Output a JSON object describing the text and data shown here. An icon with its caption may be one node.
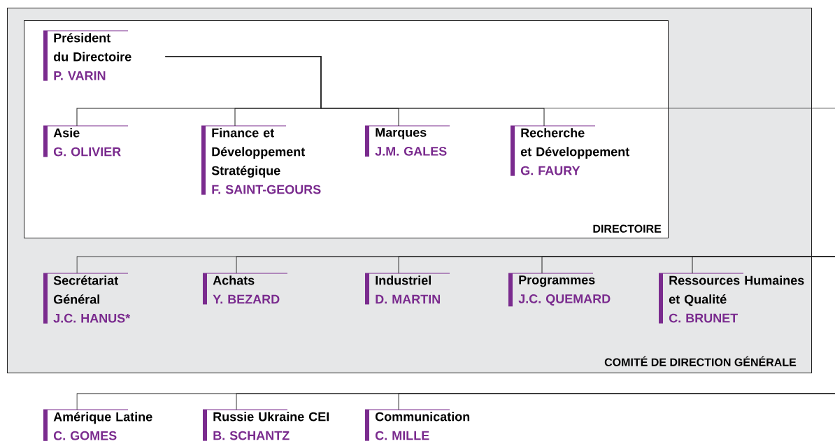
{
  "diagram": {
    "nodes": [
      {
        "text": [
          "COMITÉ DE DIRECTION GÉNÉRALE"
        ]
      },
      {
        "text": [
          "DIRECTOIRE"
        ],
        "in": 0
      },
      {
        "text": [
          "Président du Directoire",
          "P. VARIN"
        ],
        "in": 1
      },
      {
        "text": [
          "Asie",
          "G. OLIVIER"
        ],
        "in": 1
      },
      {
        "text": [
          "Finance et Développement Stratégique",
          "F. SAINT-GEOURS"
        ],
        "in": 1
      },
      {
        "text": [
          "Marques",
          "J.M. GALES"
        ],
        "in": 1
      },
      {
        "text": [
          "Recherche et Développement",
          "G. FAURY"
        ],
        "in": 1
      },
      {
        "text": [
          "Secrétariat Général",
          "J.C. HANUS*"
        ],
        "in": 0
      },
      {
        "text": [
          "Achats",
          "Y. BEZARD"
        ],
        "in": 0
      },
      {
        "text": [
          "Industriel",
          "D. MARTIN"
        ],
        "in": 0
      },
      {
        "text": [
          "Programmes",
          "J.C. QUEMARD"
        ],
        "in": 0
      },
      {
        "text": [
          "Ressources Humaines et Qualité",
          "C. BRUNET"
        ],
        "in": 0
      },
      {
        "text": [
          "Amérique Latine",
          "C. GOMES"
        ]
      },
      {
        "text": [
          "Russie Ukraine CEI",
          "B. SCHANTZ"
        ]
      },
      {
        "text": [
          "Communication",
          "C. MILLE"
        ]
      }
    ],
    "edges": [
      {
        "from": 2,
        "to": 3,
        "arrow": "none"
      },
      {
        "from": 2,
        "to": 4,
        "arrow": "none"
      },
      {
        "from": 2,
        "to": 5,
        "arrow": "none"
      },
      {
        "from": 2,
        "to": 6,
        "arrow": "none"
      },
      {
        "from": null,
        "to": 7,
        "arrow": "none"
      },
      {
        "from": null,
        "to": 8,
        "arrow": "none"
      },
      {
        "from": null,
        "to": 9,
        "arrow": "none"
      },
      {
        "from": null,
        "to": 10,
        "arrow": "none"
      },
      {
        "from": null,
        "to": 11,
        "arrow": "none"
      },
      {
        "from": null,
        "to": 12,
        "arrow": "none"
      },
      {
        "from": null,
        "to": 13,
        "arrow": "none"
      },
      {
        "from": null,
        "to": 14,
        "arrow": "none"
      }
    ]
  }
}
